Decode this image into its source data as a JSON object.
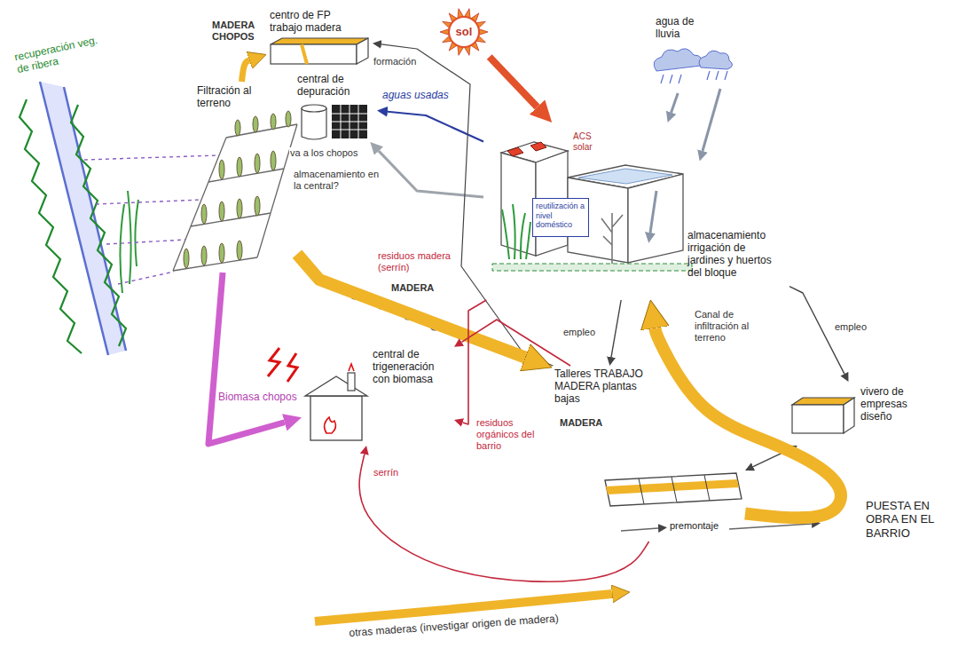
{
  "diagram": {
    "nodes": [
      {
        "text": [
          "sol"
        ]
      },
      {
        "text": [
          "centro de FP trabajo madera"
        ]
      },
      {
        "text": [
          "Filtración al terreno"
        ]
      },
      {
        "text": [
          "central de depuración"
        ]
      },
      {
        "text": [
          "agua de lluvia"
        ]
      },
      {
        "text": [
          "almacenamiento irrigación de jardines y huertos del bloque"
        ]
      },
      {
        "text": [
          "reutilización a nivel doméstico"
        ],
        "in": 5
      },
      {
        "text": [
          "central de trigeneración con biomasa"
        ]
      },
      {
        "text": [
          "Talleres TRABAJO MADERA plantas bajas"
        ]
      },
      {
        "text": [
          "vivero de empresas diseño"
        ]
      },
      {
        "text": [
          "premontaje"
        ]
      }
    ],
    "edges": [
      {
        "from": 5,
        "to": 3,
        "label": "aguas usadas",
        "arrow": "to"
      },
      {
        "from": 5,
        "to": 3,
        "arrow": "to"
      },
      {
        "from": 2,
        "to": 1,
        "label": "MADERA CHOPOS",
        "arrow": "to"
      },
      {
        "from": 8,
        "to": 1,
        "label": "formación",
        "arrow": "to"
      },
      {
        "from": 0,
        "to": 5,
        "arrow": "to"
      },
      {
        "from": 4,
        "to": 5,
        "arrow": "to"
      },
      {
        "from": 2,
        "to": 7,
        "label": "Biomasa chopos",
        "arrow": "to"
      },
      {
        "from": 2,
        "to": 8,
        "label": "MADERA",
        "arrow": "to"
      },
      {
        "from": 8,
        "to": 7,
        "label": "residuos madera (serrín)",
        "arrow": "to"
      },
      {
        "from": 5,
        "to": 7,
        "label": "residuos orgánicos del barrio",
        "arrow": "to"
      },
      {
        "from": 10,
        "to": 7,
        "label": "serrín",
        "arrow": "to"
      },
      {
        "from": 5,
        "to": 8,
        "label": "empleo",
        "arrow": "to"
      },
      {
        "from": 5,
        "to": 9,
        "label": "empleo",
        "arrow": "to"
      },
      {
        "from": 10,
        "to": 9,
        "arrow": "both"
      },
      {
        "from": 10,
        "to": 5,
        "label": "PUESTA EN OBRA EN EL BARRIO",
        "arrow": "to"
      }
    ],
    "labels": [
      "recuperación veg. de ribera",
      "ACS solar",
      "va a los chopos",
      "almacenamiento en la central?",
      "MADERA",
      "Canal de infiltración al terreno",
      "otras maderas (investigar origen de madera)"
    ]
  }
}
